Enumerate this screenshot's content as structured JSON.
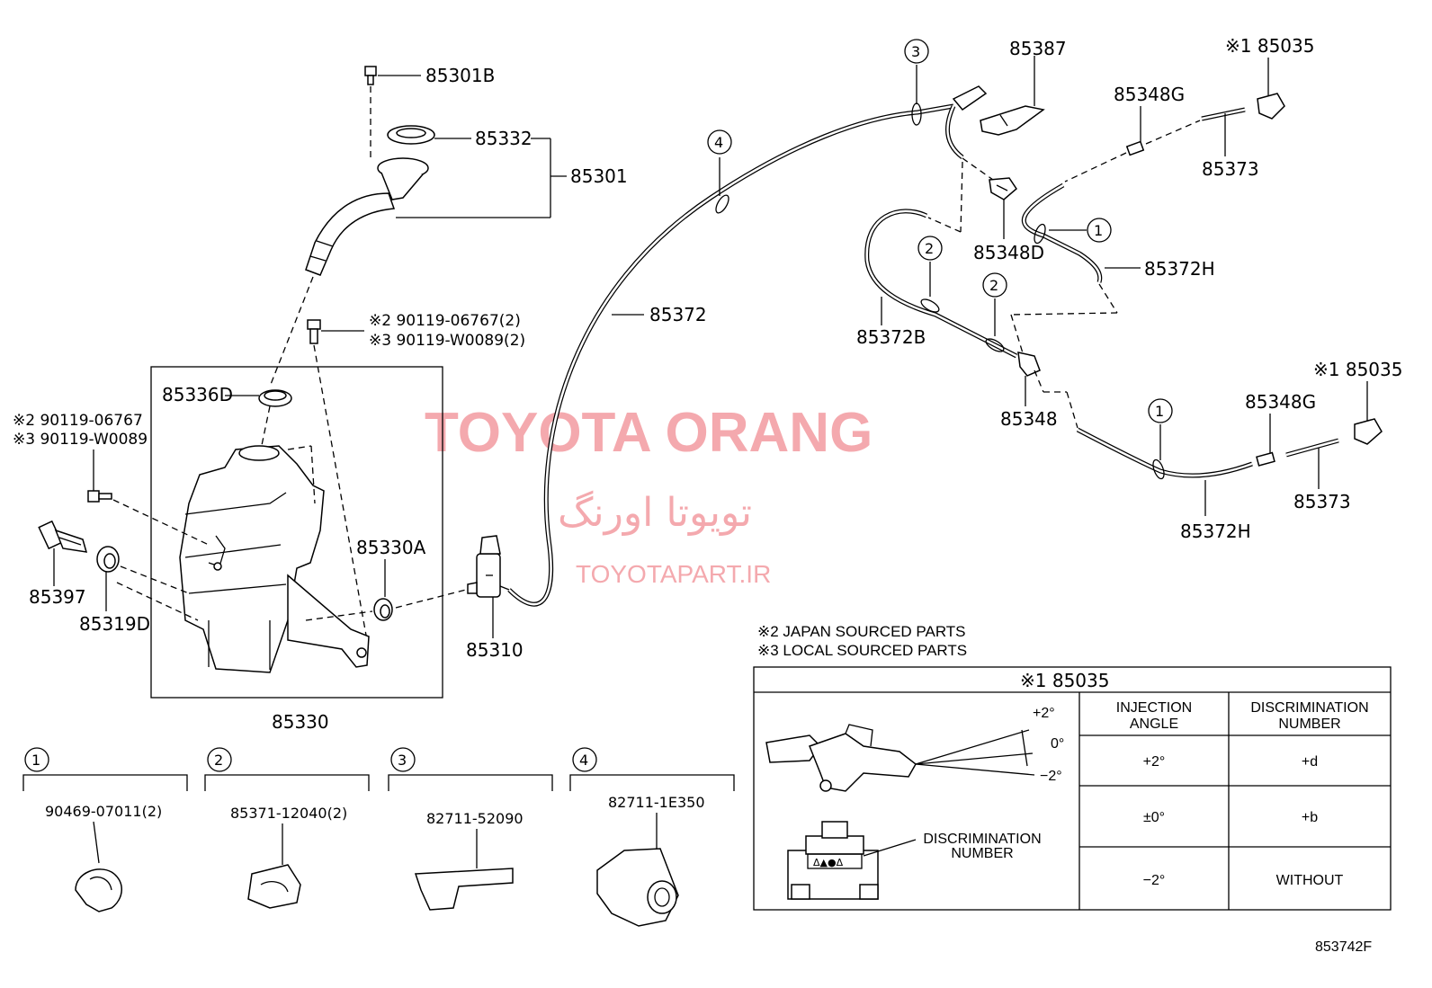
{
  "labels": {
    "p85301B": "85301B",
    "p85332": "85332",
    "p85301": "85301",
    "note2_a": "※2 90119-06767(2)",
    "note3_a": "※3 90119-W0089(2)",
    "p85336D": "85336D",
    "note2_b": "※2 90119-06767",
    "note3_b": "※3 90119-W0089",
    "p85397": "85397",
    "p85319D": "85319D",
    "p85330A": "85330A",
    "p85330": "85330",
    "p85310": "85310",
    "p85372": "85372",
    "p85387": "85387",
    "p85348D": "85348D",
    "p85348G_a": "85348G",
    "p85035_a": "※1 85035",
    "p85373_a": "85373",
    "p85372H_a": "85372H",
    "p85372B": "85372B",
    "p85348": "85348",
    "p85035_b": "※1 85035",
    "p85348G_b": "85348G",
    "p85373_b": "85373",
    "p85372H_b": "85372H"
  },
  "circles": {
    "c1": "1",
    "c2": "2",
    "c3": "3",
    "c4": "4"
  },
  "legend_items": [
    {
      "num": "1",
      "part": "90469-07011(2)"
    },
    {
      "num": "2",
      "part": "85371-12040(2)"
    },
    {
      "num": "3",
      "part": "82711-52090"
    },
    {
      "num": "4",
      "part": "82711-1E350"
    }
  ],
  "notes": {
    "japan": "※2 JAPAN SOURCED PARTS",
    "local": "※3 LOCAL SOURCED PARTS"
  },
  "table": {
    "title": "※1 85035",
    "col1": [
      "INJECTION",
      "ANGLE"
    ],
    "col2": [
      "DISCRIMINATION",
      "NUMBER"
    ],
    "rows": [
      {
        "angle": "+2°",
        "number": "+d"
      },
      {
        "angle": "±0°",
        "number": "+b"
      },
      {
        "angle": "−2°",
        "number": "WITHOUT"
      }
    ],
    "angle_plus": "+2°",
    "angle_zero": "0°",
    "angle_minus": "−2°",
    "disc_label": [
      "DISCRIMINATION",
      "NUMBER"
    ]
  },
  "watermark": {
    "line1": "TOYOTA ORANG",
    "line2": "تویوتا اورنگ",
    "line3": "TOYOTAPART.IR"
  },
  "diagram_code": "853742F"
}
